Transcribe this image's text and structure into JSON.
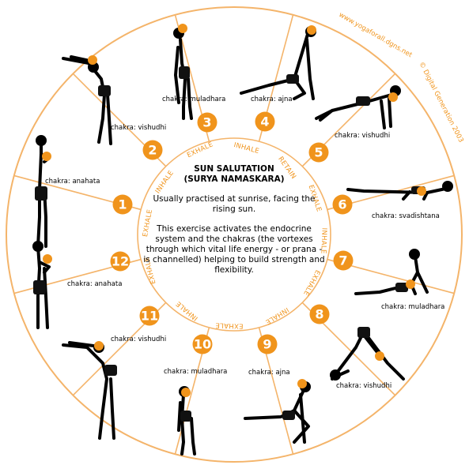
{
  "credits": {
    "url": "www.yogaforall.dgns.net",
    "copyright": "© Digital Generation 2003"
  },
  "center": {
    "title": "SUN SALUTATION",
    "subtitle": "(SURYA NAMASKARA)",
    "para1": "Usually practised at sunrise, facing the rising sun.",
    "para2": "This exercise activates the endocrine system and the chakras (the vortexes through which vital life energy - or prana - is channelled) helping to build strength and flexibility."
  },
  "breath_labels": [
    "EXHALE",
    "INHALE",
    "EXHALE",
    "INHALE",
    "RETAIN",
    "EXHALE",
    "INHALE",
    "EXHALE",
    "INHALE",
    "EXHALE",
    "INHALE",
    "EXHALE"
  ],
  "stages": [
    {
      "num": "1",
      "chakra": "chakra: anahata"
    },
    {
      "num": "2",
      "chakra": "chakra: vishudhi"
    },
    {
      "num": "3",
      "chakra": "chakra: muladhara"
    },
    {
      "num": "4",
      "chakra": "chakra: ajna"
    },
    {
      "num": "5",
      "chakra": "chakra: vishudhi"
    },
    {
      "num": "6",
      "chakra": "chakra: svadishtana"
    },
    {
      "num": "7",
      "chakra": "chakra: muladhara"
    },
    {
      "num": "8",
      "chakra": "chakra: vishudhi"
    },
    {
      "num": "9",
      "chakra": "chakra: ajna"
    },
    {
      "num": "10",
      "chakra": "chakra: muladhara"
    },
    {
      "num": "11",
      "chakra": "chakra: vishudhi"
    },
    {
      "num": "12",
      "chakra": "chakra: anahata"
    }
  ],
  "colors": {
    "accent": "#f0941c",
    "line": "#f4b46a",
    "text": "#000000"
  }
}
